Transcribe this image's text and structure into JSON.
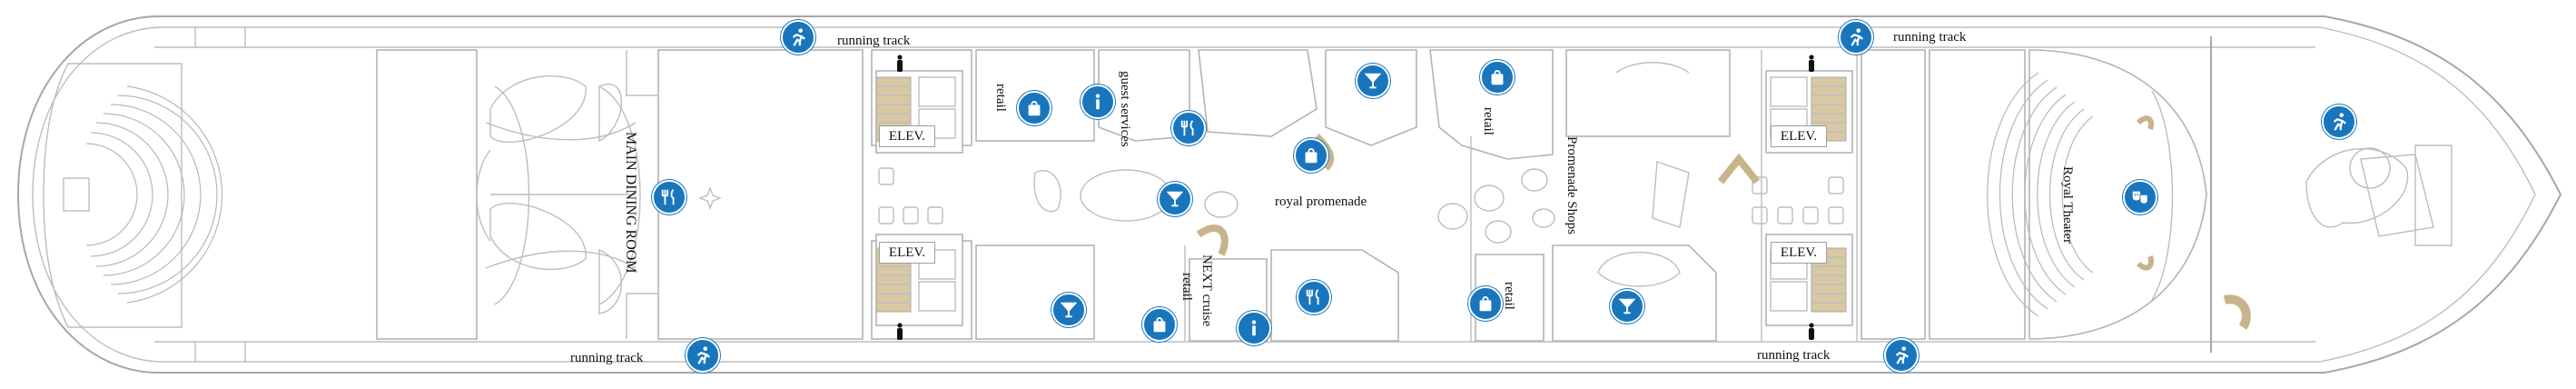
{
  "colors": {
    "accent": "#1976bd",
    "stair": "#d9c9a3",
    "wall": "#a7a7a7"
  },
  "labels": {
    "running_track_top_left": "running track",
    "running_track_top_right": "running track",
    "running_track_bottom_left": "running track",
    "running_track_bottom_right": "running track",
    "main_dining_room": "MAIN DINING ROOM",
    "retail_1": "retail",
    "guest_services": "guest services",
    "royal_promenade": "royal promenade",
    "retail_2": "retail",
    "promenade_shops": "Promenade Shops",
    "royal_theater": "Royal Theater",
    "retail_3": "retail",
    "next_cruise": "NEXT cruise",
    "retail_4": "retail"
  },
  "elevators": [
    "ELEV.",
    "ELEV.",
    "ELEV.",
    "ELEV."
  ],
  "icons": {
    "running_track": "running-figure-icon",
    "dining": "fork-knife-icon",
    "bar": "cocktail-glass-icon",
    "shopping": "shopping-bag-icon",
    "info": "info-icon",
    "theater": "theater-masks-icon",
    "elevator_person": "person-icon"
  }
}
